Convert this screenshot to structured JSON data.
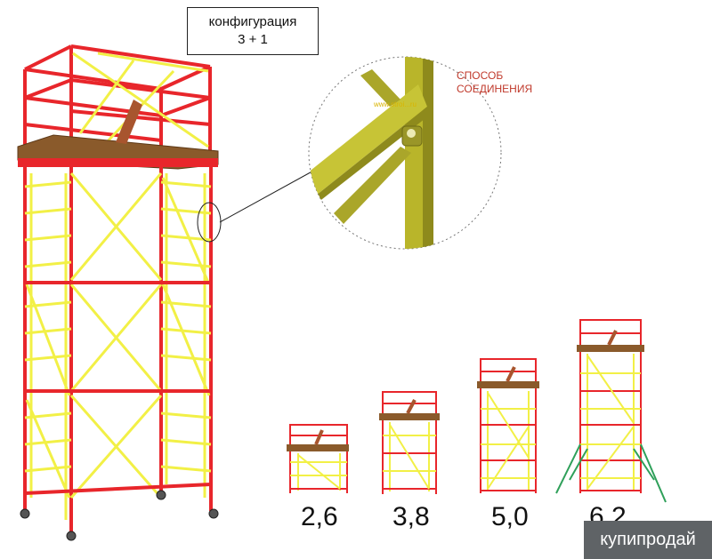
{
  "config": {
    "line1": "конфигурация",
    "line2": "3 + 1"
  },
  "connection": {
    "line1": "СПОСОБ",
    "line2": "СОЕДИНЕНИЯ",
    "tiny_watermark": "www.stroi...ru"
  },
  "heights": [
    "2,6",
    "3,8",
    "5,0",
    "6,2"
  ],
  "watermark": "купипродай",
  "colors": {
    "frame_red": "#e8262b",
    "frame_yellow": "#f2f046",
    "deck_brown": "#8a5a2b",
    "detail_olive": "#b9b52a",
    "outrigger_green": "#2fa05a"
  }
}
